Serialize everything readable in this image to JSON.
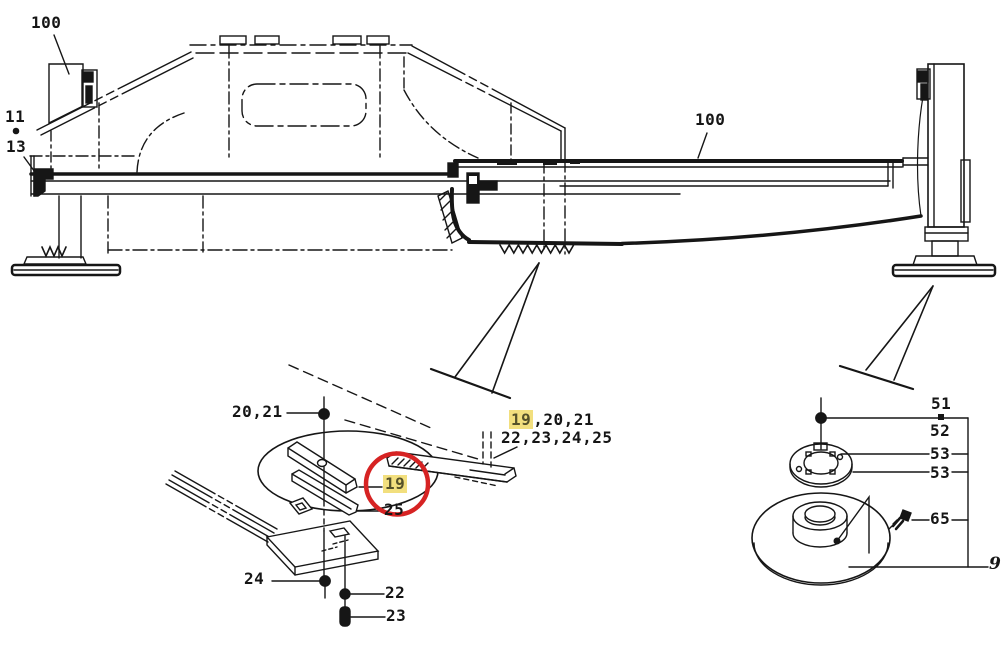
{
  "colors": {
    "ink": "#161616",
    "highlight_bg": "#f2df7e",
    "highlight_text": "#55512a",
    "circle_red": "#d62323"
  },
  "main_view": {
    "labels": {
      "front_post": "100",
      "pin_upper": "11",
      "pin_lower": "13",
      "rear_deck": "100"
    }
  },
  "detail_left": {
    "labels": {
      "bolt_group_top": "20,21",
      "group_line1_highlight": "19",
      "group_line1_rest": ",20,21",
      "group_line2": "22,23,24,25",
      "pad": "19",
      "strip": "25",
      "plate": "24",
      "washer": "22",
      "pin": "23"
    }
  },
  "detail_right": {
    "labels": {
      "bolt": "51",
      "retainer": "52",
      "washer_upper": "53",
      "washer_lower": "53",
      "screw": "65",
      "disc": "9"
    }
  }
}
